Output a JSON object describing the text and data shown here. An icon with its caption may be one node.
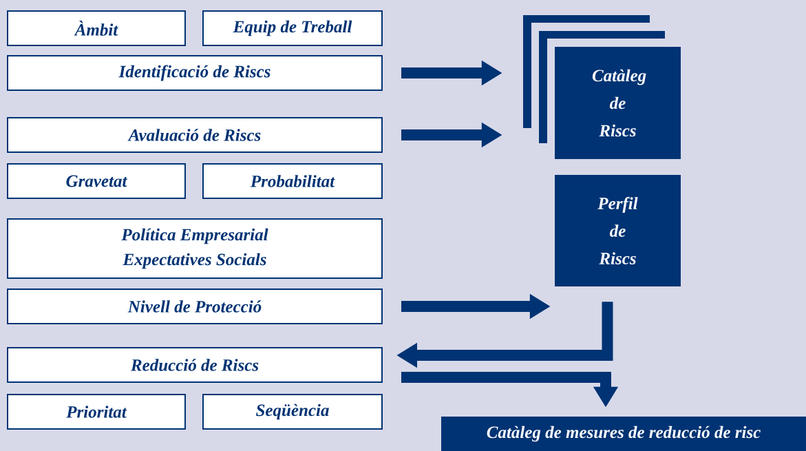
{
  "diagram": {
    "nodes": [
      {
        "text": [
          "Àmbit"
        ]
      },
      {
        "text": [
          "Equip de Treball"
        ]
      },
      {
        "text": [
          "Identificació de Riscs"
        ]
      },
      {
        "text": [
          "Avaluació de Riscs"
        ]
      },
      {
        "text": [
          "Gravetat"
        ]
      },
      {
        "text": [
          "Probabilitat"
        ]
      },
      {
        "text": [
          "Política Empresarial",
          "Expectatives Socials"
        ]
      },
      {
        "text": [
          "Nivell de Protecció"
        ]
      },
      {
        "text": [
          "Reducció de Riscs"
        ]
      },
      {
        "text": [
          "Prioritat"
        ]
      },
      {
        "text": [
          "Seqüència"
        ]
      },
      {
        "text": [
          "Catàleg de Riscs"
        ]
      },
      {
        "text": [
          "Perfil de Riscs"
        ]
      },
      {
        "text": [
          "Catàleg de mesures de reducció de risc"
        ]
      }
    ],
    "edges": [
      {
        "from": 2,
        "to": 11,
        "arrow": "to"
      },
      {
        "from": 3,
        "to": 11,
        "arrow": "to"
      },
      {
        "from": 7,
        "to": 12,
        "arrow": "to"
      },
      {
        "from": 12,
        "to": 8,
        "arrow": "to"
      },
      {
        "from": 8,
        "to": 13,
        "arrow": "to"
      }
    ]
  }
}
